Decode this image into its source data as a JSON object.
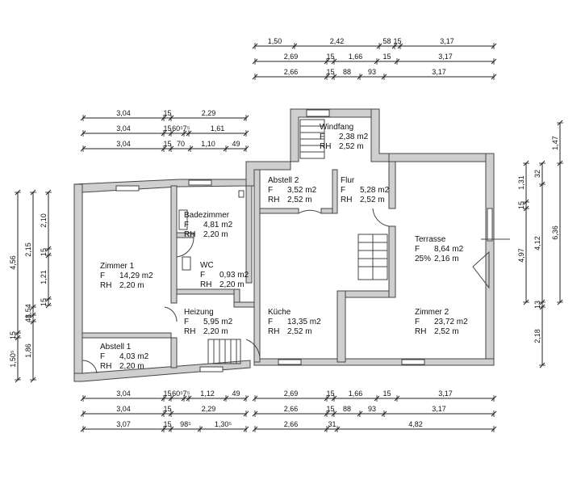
{
  "rooms": {
    "windfang": {
      "name": "Windfang",
      "f": "2,38 m2",
      "rh": "2,52 m"
    },
    "abstell2": {
      "name": "Abstell 2",
      "f": "3,52 m2",
      "rh": "2,52 m"
    },
    "flur": {
      "name": "Flur",
      "f": "5,28 m2",
      "rh": "2,52 m"
    },
    "badezimmer": {
      "name": "Badezimmer",
      "f": "4,81 m2",
      "rh": "2,20 m"
    },
    "zimmer1": {
      "name": "Zimmer 1",
      "f": "14,29 m2",
      "rh": "2,20 m"
    },
    "wc": {
      "name": "WC",
      "f": "0,93 m2",
      "rh": "2,20 m"
    },
    "heizung": {
      "name": "Heizung",
      "f": "5,95 m2",
      "rh": "2,20 m"
    },
    "abstell1": {
      "name": "Abstell 1",
      "f": "4,03 m2",
      "rh": "2,20 m"
    },
    "kueche": {
      "name": "Küche",
      "f": "13,35 m2",
      "rh": "2,52 m"
    },
    "terrasse": {
      "name": "Terrasse",
      "f": "8,64 m2",
      "rh": "2,16 m",
      "pct": "25%"
    },
    "zimmer2": {
      "name": "Zimmer 2",
      "f": "23,72 m2",
      "rh": "2,52 m"
    }
  },
  "labels": {
    "f": "F",
    "rh": "RH"
  },
  "dims": {
    "top_right": [
      [
        "1,50",
        "2,42",
        "58",
        "15",
        "3,17"
      ],
      [
        "2,69",
        "15",
        "1,66",
        "15",
        "3,17"
      ],
      [
        "2,66",
        "15",
        "88",
        "93",
        "3,17"
      ]
    ],
    "top_left": [
      [
        "3,04",
        "15",
        "2,29"
      ],
      [
        "3,04",
        "15",
        "60⁵",
        "7⁵",
        "1,61"
      ],
      [
        "3,04",
        "15",
        "70",
        "1,10",
        "49"
      ]
    ],
    "bottom_left": [
      [
        "3,04",
        "15",
        "60⁵",
        "7⁵",
        "1,12",
        "49"
      ],
      [
        "3,04",
        "15",
        "2,29"
      ],
      [
        "3,07",
        "15",
        "98⁵",
        "1,30⁵"
      ]
    ],
    "bottom_right": [
      [
        "2,69",
        "15",
        "1,66",
        "15",
        "3,17"
      ],
      [
        "2,66",
        "15",
        "88",
        "93",
        "3,17"
      ],
      [
        "2,66",
        "31",
        "4,82"
      ]
    ],
    "left_outer": [
      "4,56",
      "15",
      "1,50⁵"
    ],
    "left_mid": [
      "2,15",
      "1,54",
      "48",
      "1,86"
    ],
    "left_inner": [
      "2,10",
      "15",
      "1,21",
      "15"
    ],
    "right_inner": [
      "1,31",
      "15",
      "4,97"
    ],
    "right_mid": [
      "32",
      "4,12",
      "13",
      "2,18"
    ],
    "right_outer": [
      "1,47",
      "6,36"
    ]
  }
}
